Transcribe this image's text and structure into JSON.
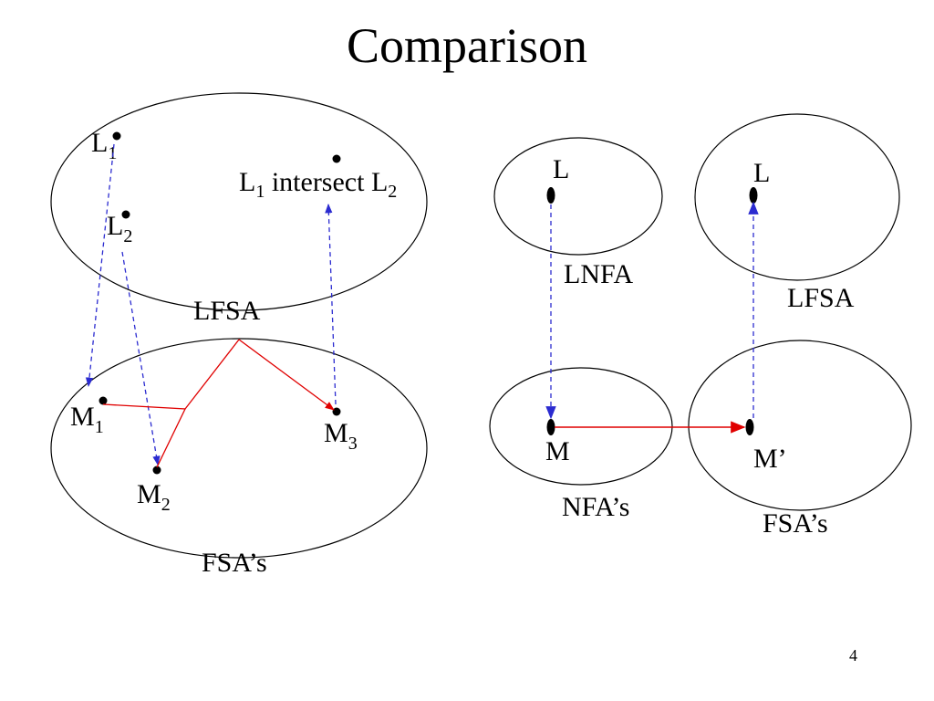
{
  "slide": {
    "title": "Comparison",
    "page_number": "4"
  },
  "left_diagram": {
    "top_set_label": "LFSA",
    "bottom_set_label": "FSA’s",
    "top_points": {
      "l1": {
        "base": "L",
        "sub": "1"
      },
      "l2": {
        "base": "L",
        "sub": "2"
      },
      "intersect": {
        "a_base": "L",
        "a_sub": "1",
        "middle": " intersect ",
        "b_base": "L",
        "b_sub": "2"
      }
    },
    "bottom_points": {
      "m1": {
        "base": "M",
        "sub": "1"
      },
      "m2": {
        "base": "M",
        "sub": "2"
      },
      "m3": {
        "base": "M",
        "sub": "3"
      }
    }
  },
  "right_diagram": {
    "lnfa_label": "LNFA",
    "nfa_label": "NFA’s",
    "lfsa_label": "LFSA",
    "fsa_label": "FSA’s",
    "lnfa_point": "L",
    "lfsa_point": "L",
    "nfa_point": "M",
    "fsa_point": "M’"
  },
  "colors": {
    "dashed_arrow": "#2b2bd0",
    "red_arrow": "#e00000",
    "outline": "#000000"
  }
}
